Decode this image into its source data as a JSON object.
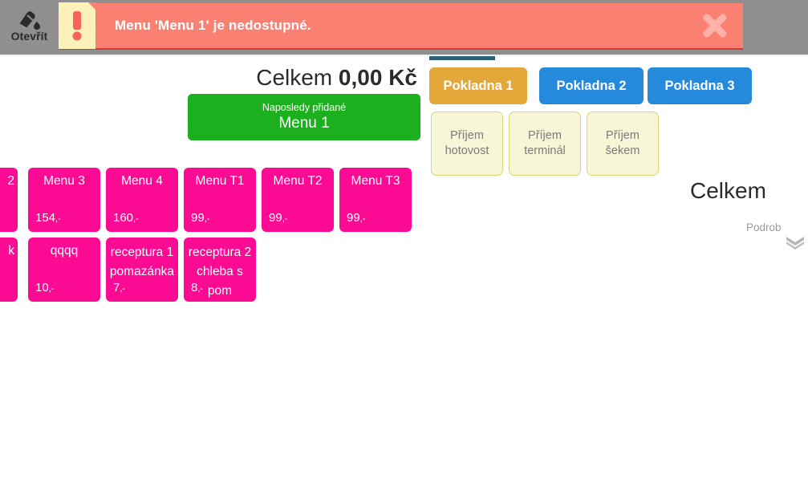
{
  "topbar": {
    "open_button_label": "Otevřít",
    "open_icon": "bottle-dropper-icon",
    "alert": {
      "message": "Menu 'Menu 1' je nedostupné.",
      "icon": "exclamation-icon",
      "close_icon": "close-x-icon",
      "background_color": "#fa8072",
      "icon_panel_color": "#fdf0b8",
      "underline_color": "#d93a2b"
    },
    "background_color": "#8f8f8f"
  },
  "left_panel": {
    "total_label": "Celkem",
    "total_value": "0,00 Kč",
    "last_added": {
      "caption": "Naposledy přidané",
      "value": "Menu 1",
      "color": "#1cb01e"
    }
  },
  "tabs": {
    "indicator_color": "#2b6079",
    "items": [
      {
        "label": "Pokladna 1",
        "color": "#e4a73a",
        "active": true
      },
      {
        "label": "Pokladna 2",
        "color": "#2589dc",
        "active": false
      },
      {
        "label": "Pokladna 3",
        "color": "#2589dc",
        "active": false
      }
    ]
  },
  "payments": {
    "color": "#f7f7d8",
    "border_color": "#d6d67a",
    "items": [
      {
        "line1": "Příjem",
        "line2": "hotovost"
      },
      {
        "line1": "Příjem",
        "line2": "terminál"
      },
      {
        "line1": "Příjem",
        "line2": "šekem"
      }
    ]
  },
  "products": {
    "color": "#fb0a93",
    "row1": [
      {
        "name": "2",
        "price": "",
        "clipped": true
      },
      {
        "name": "Menu 3",
        "price": "154",
        "suffix": ",-"
      },
      {
        "name": "Menu 4",
        "price": "160",
        "suffix": ",-"
      },
      {
        "name": "Menu T1",
        "price": "99",
        "suffix": ",-"
      },
      {
        "name": "Menu T2",
        "price": "99",
        "suffix": ",-"
      },
      {
        "name": "Menu T3",
        "price": "99",
        "suffix": ",-"
      }
    ],
    "row2": [
      {
        "name": "k",
        "price": "",
        "clipped": true
      },
      {
        "name": "qqqq",
        "price": "10",
        "suffix": ",-"
      },
      {
        "name": "receptura 1 pomazánka",
        "price": "7",
        "suffix": ",-"
      },
      {
        "name": "receptura 2 chleba s pom",
        "price": "8",
        "suffix": ",-"
      }
    ]
  },
  "right_panel": {
    "total_label": "Celkem",
    "detail_label": "Podrob",
    "chevron_icon": "double-chevron-down-icon"
  }
}
